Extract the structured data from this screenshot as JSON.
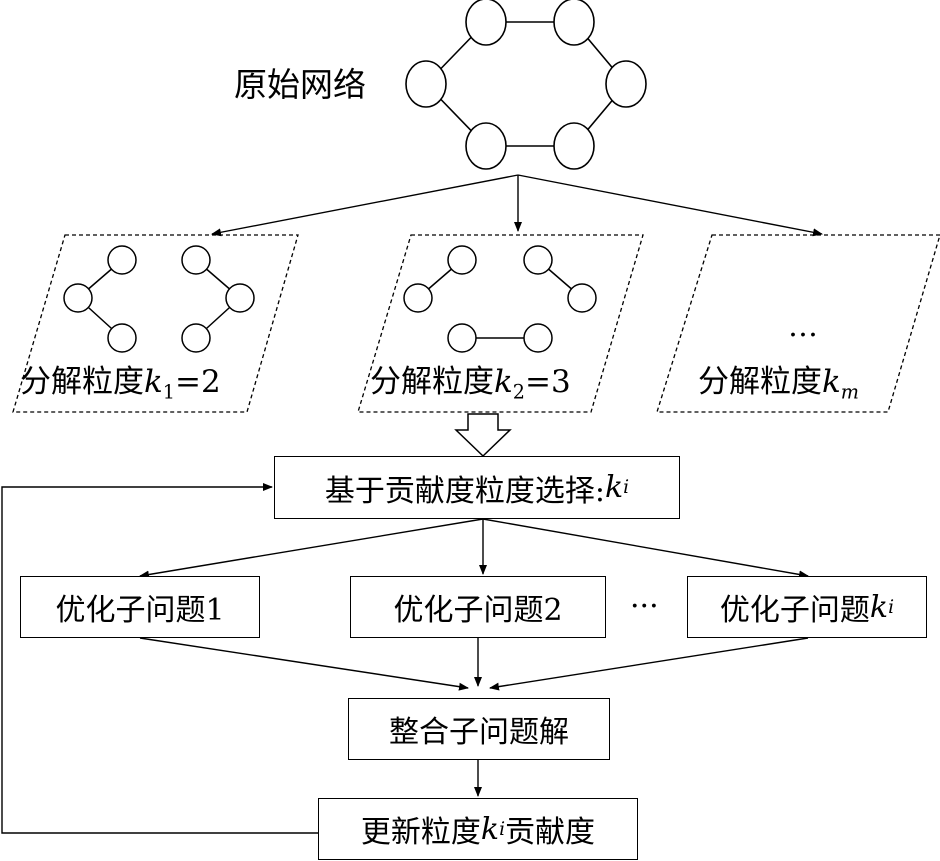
{
  "top": {
    "label": "原始网络"
  },
  "decomp": [
    {
      "prefix": "分解粒度",
      "var": "k",
      "sub": "1",
      "suffix": "=2"
    },
    {
      "prefix": "分解粒度",
      "var": "k",
      "sub": "2",
      "suffix": "=3"
    },
    {
      "prefix": "分解粒度",
      "var": "k",
      "sub": "m",
      "suffix": "",
      "ellipsis": "…"
    }
  ],
  "select": {
    "text": "基于贡献度粒度选择:",
    "var": "k",
    "sub": "i"
  },
  "subproblems": [
    {
      "text": "优化子问题1"
    },
    {
      "text": "优化子问题2"
    },
    {
      "text": "优化子问题",
      "var": "k",
      "sub": "i"
    }
  ],
  "mid_ellipsis": "···",
  "merge": {
    "text": "整合子问题解"
  },
  "update": {
    "prefix": "更新粒度",
    "var": "k",
    "sub": "i",
    "suffix": "贡献度"
  }
}
